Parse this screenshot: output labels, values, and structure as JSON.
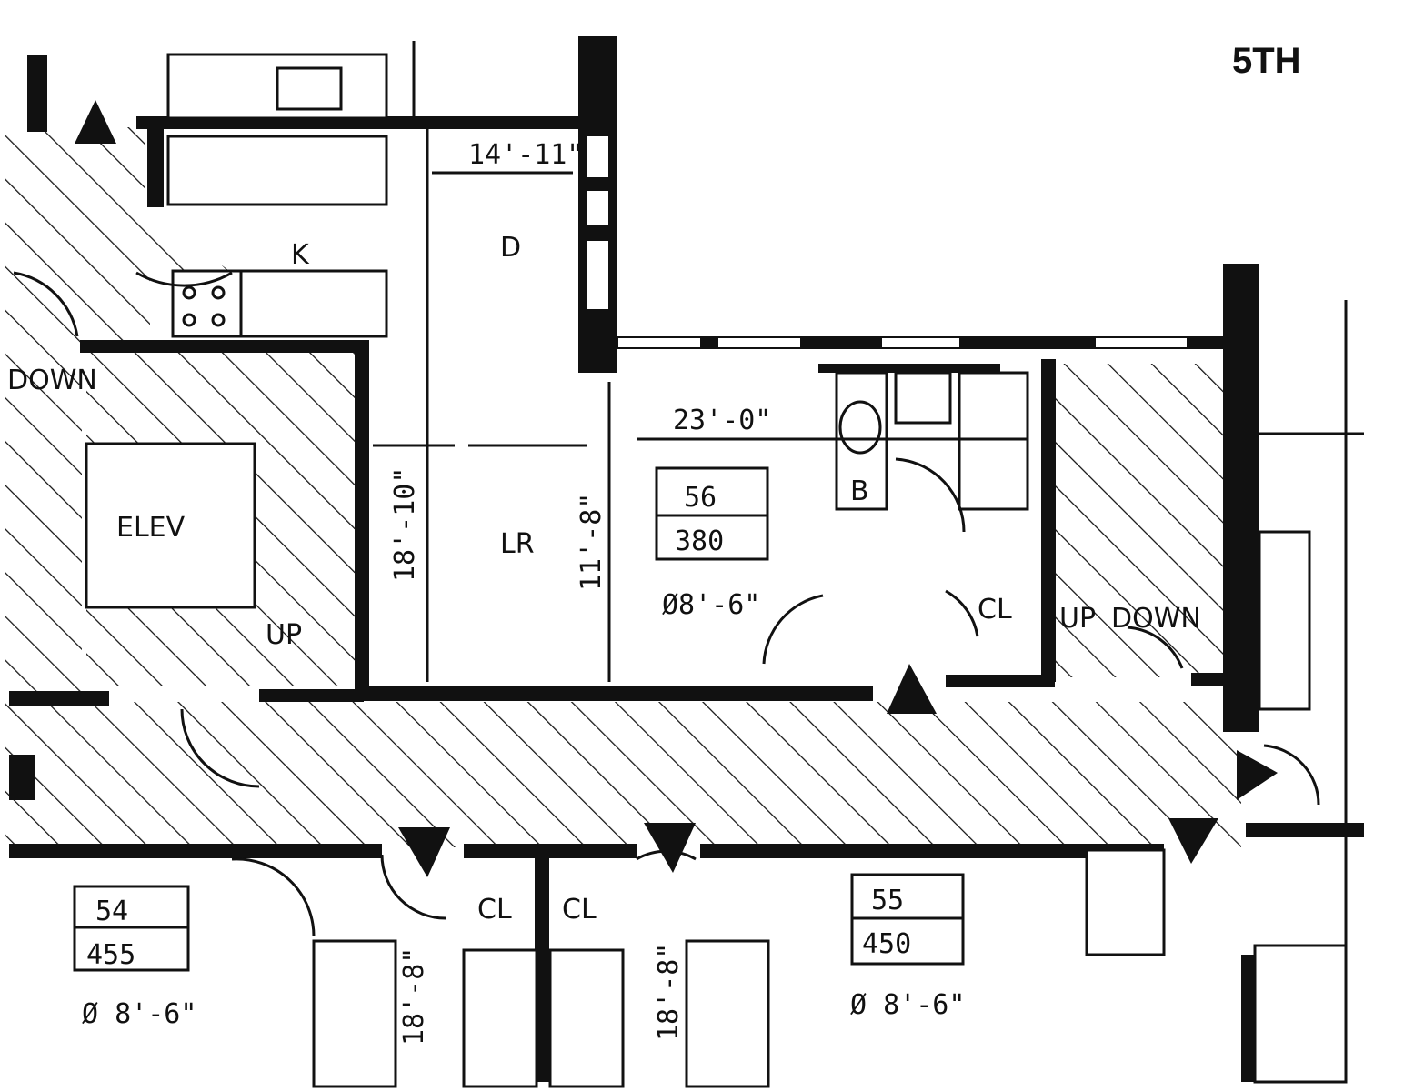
{
  "floor_label": "5TH",
  "rooms": {
    "kitchen": "K",
    "dining": "D",
    "living": "LR",
    "bath": "B",
    "elevator": "ELEV",
    "stair_left_down": "DOWN",
    "stair_left_up": "UP",
    "stair_right_up": "UP",
    "stair_right_down": "DOWN",
    "closet_56": "CL",
    "closet_54": "CL",
    "closet_55": "CL"
  },
  "dimensions": {
    "d_width": "14'-11\"",
    "lr_depth": "18'-10\"",
    "lr_depth2": "11'-8\"",
    "lr_width": "23'-0\"",
    "unit54_depth": "18'-8\"",
    "unit55_depth": "18'-8\""
  },
  "units": [
    {
      "number": "56",
      "area": "380",
      "ceiling": "Ø8'-6\""
    },
    {
      "number": "54",
      "area": "455",
      "ceiling": "Ø 8'-6\""
    },
    {
      "number": "55",
      "area": "450",
      "ceiling": "Ø 8'-6\""
    }
  ]
}
